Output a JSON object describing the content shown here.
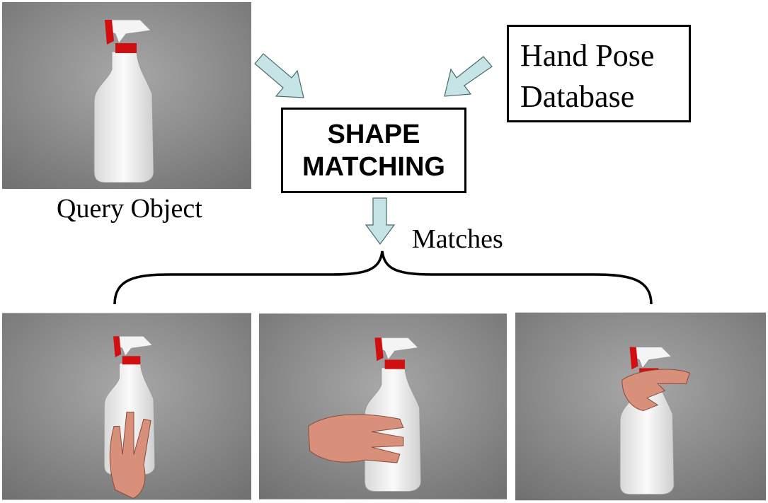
{
  "query_label": "Query Object",
  "shape_box": {
    "line1": "SHAPE",
    "line2": "MATCHING"
  },
  "database_box": {
    "line1": "Hand Pose",
    "line2": "Database"
  },
  "matches_label": "Matches",
  "colors": {
    "arrow_fill": "#c6e4e6",
    "arrow_stroke": "#4a6a6e",
    "bottle_cap": "#d01010",
    "hand": "#d9907a"
  }
}
